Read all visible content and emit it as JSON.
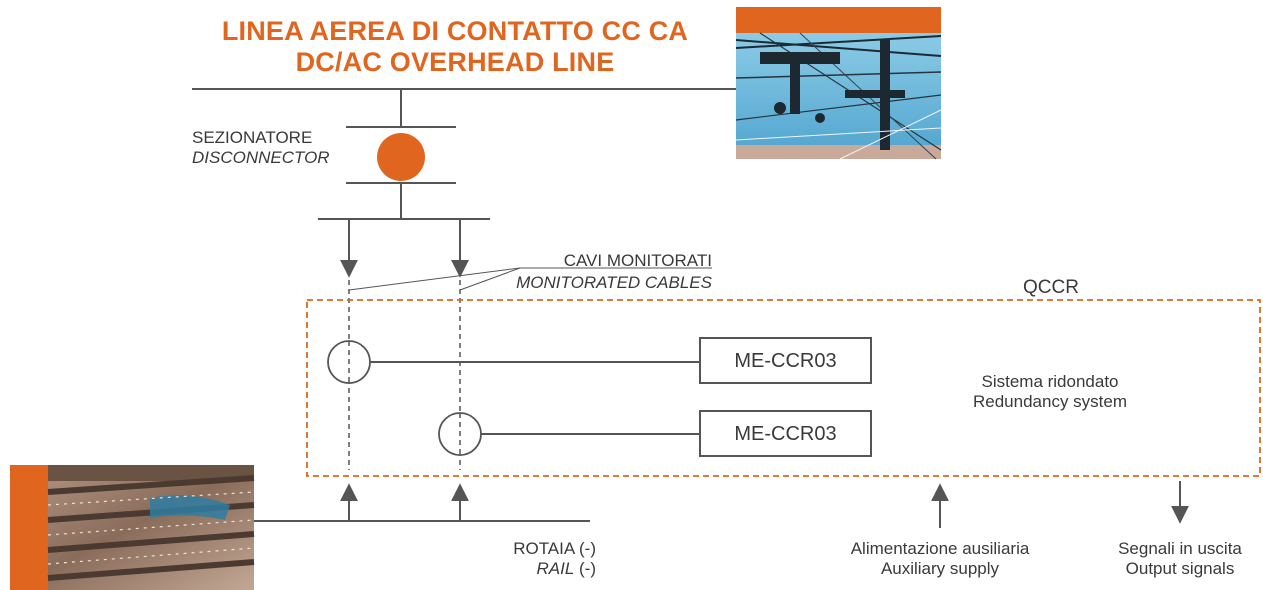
{
  "title": {
    "line1": "LINEA AEREA DI CONTATTO CC CA",
    "line2": "DC/AC OVERHEAD LINE"
  },
  "disconnector": {
    "it": "SEZIONATORE",
    "en": "DISCONNECTOR"
  },
  "cables": {
    "it": "CAVI MONITORATI",
    "en": "MONITORATED CABLES"
  },
  "qccr": {
    "label": "QCCR"
  },
  "modules": [
    {
      "label": "ME-CCR03"
    },
    {
      "label": "ME-CCR03"
    }
  ],
  "redundancy": {
    "it": "Sistema ridondato",
    "en": "Redundancy system"
  },
  "rail": {
    "it": "ROTAIA",
    "it_suffix": " (-)",
    "en": "RAIL",
    "en_suffix": " (-)"
  },
  "aux_supply": {
    "it": "Alimentazione ausiliaria",
    "en": "Auxiliary supply"
  },
  "outputs": {
    "it": "Segnali in uscita",
    "en": "Output signals"
  },
  "colors": {
    "accent": "#e0661f",
    "line": "#555555",
    "text": "#3a3a3a"
  },
  "icons": {
    "overhead_photo": "overhead-line-photo",
    "rail_photo": "rail-track-photo",
    "disconnector": "disconnector-symbol",
    "sensor": "current-sensor-icon"
  }
}
